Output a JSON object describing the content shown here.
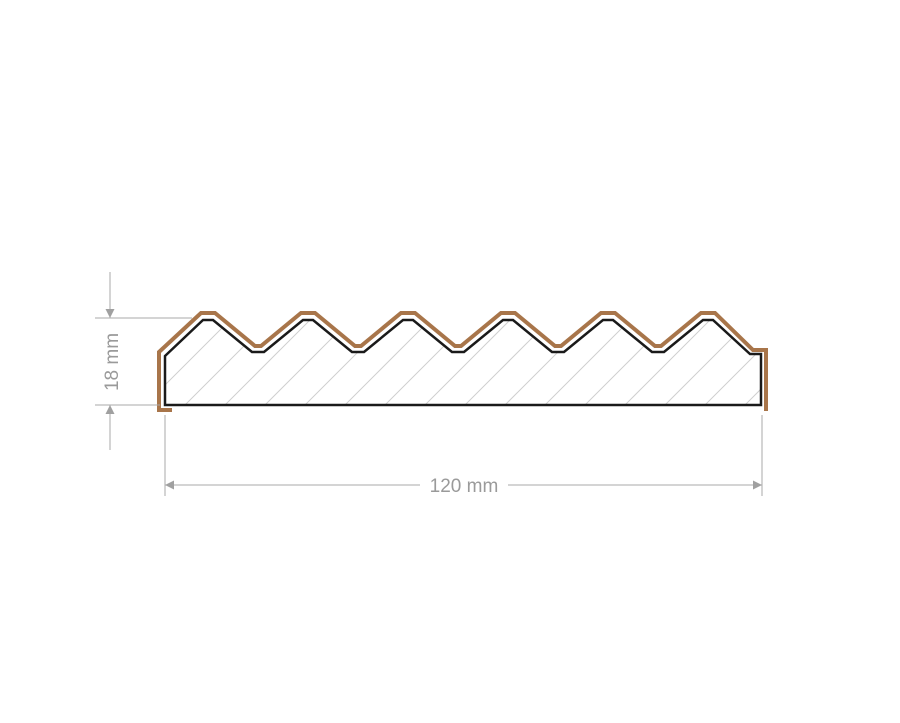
{
  "dimensions": {
    "height_label": "18 mm",
    "width_label": "120 mm"
  },
  "profile": {
    "peaks": 6
  },
  "colors": {
    "veneer": "#a8754a",
    "outline": "#1a1a1a",
    "hatch": "#cfcfcf",
    "dimension": "#a0a0a0"
  }
}
